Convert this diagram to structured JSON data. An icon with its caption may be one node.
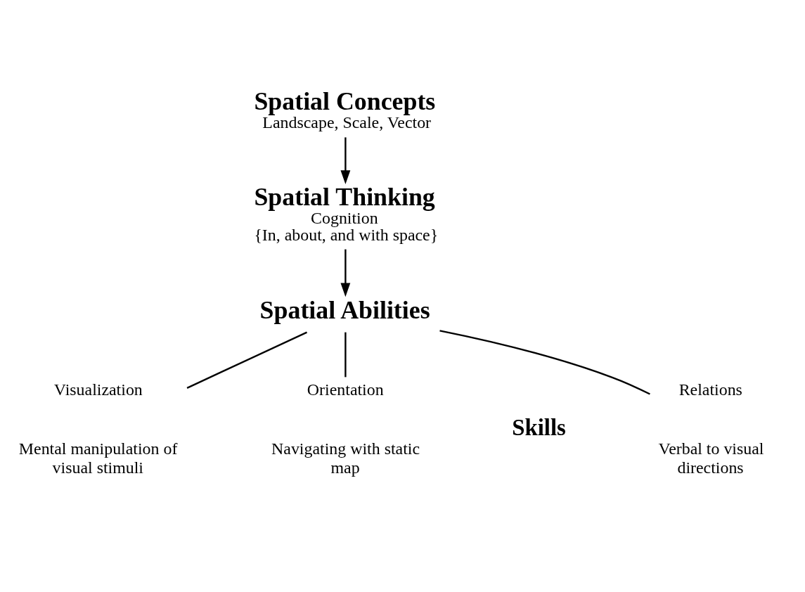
{
  "diagram": {
    "nodes": [
      {
        "text": [
          "Spatial Concepts",
          "Landscape, Scale, Vector"
        ]
      },
      {
        "text": [
          "Spatial Thinking",
          "Cognition",
          "{In, about, and with space}"
        ]
      },
      {
        "text": [
          "Spatial Abilities"
        ]
      },
      {
        "text": [
          "Relations"
        ],
        "beside": [
          "Verbal to visual directions"
        ]
      },
      {
        "text": [
          "Visualization"
        ],
        "beside": [
          "Mental manipulation of visual stimuli"
        ]
      },
      {
        "text": [
          "Orientation"
        ],
        "beside": [
          "Navigating with static map"
        ]
      }
    ],
    "edges": [
      {
        "from": 0,
        "to": 1,
        "arrow": "to"
      },
      {
        "from": 1,
        "to": 2,
        "arrow": "to"
      },
      {
        "from": 2,
        "to": 3,
        "arrow": "none"
      },
      {
        "from": 2,
        "to": 4,
        "arrow": "none"
      },
      {
        "from": 2,
        "to": 5,
        "arrow": "none"
      }
    ],
    "labels": [
      "Skills"
    ]
  }
}
